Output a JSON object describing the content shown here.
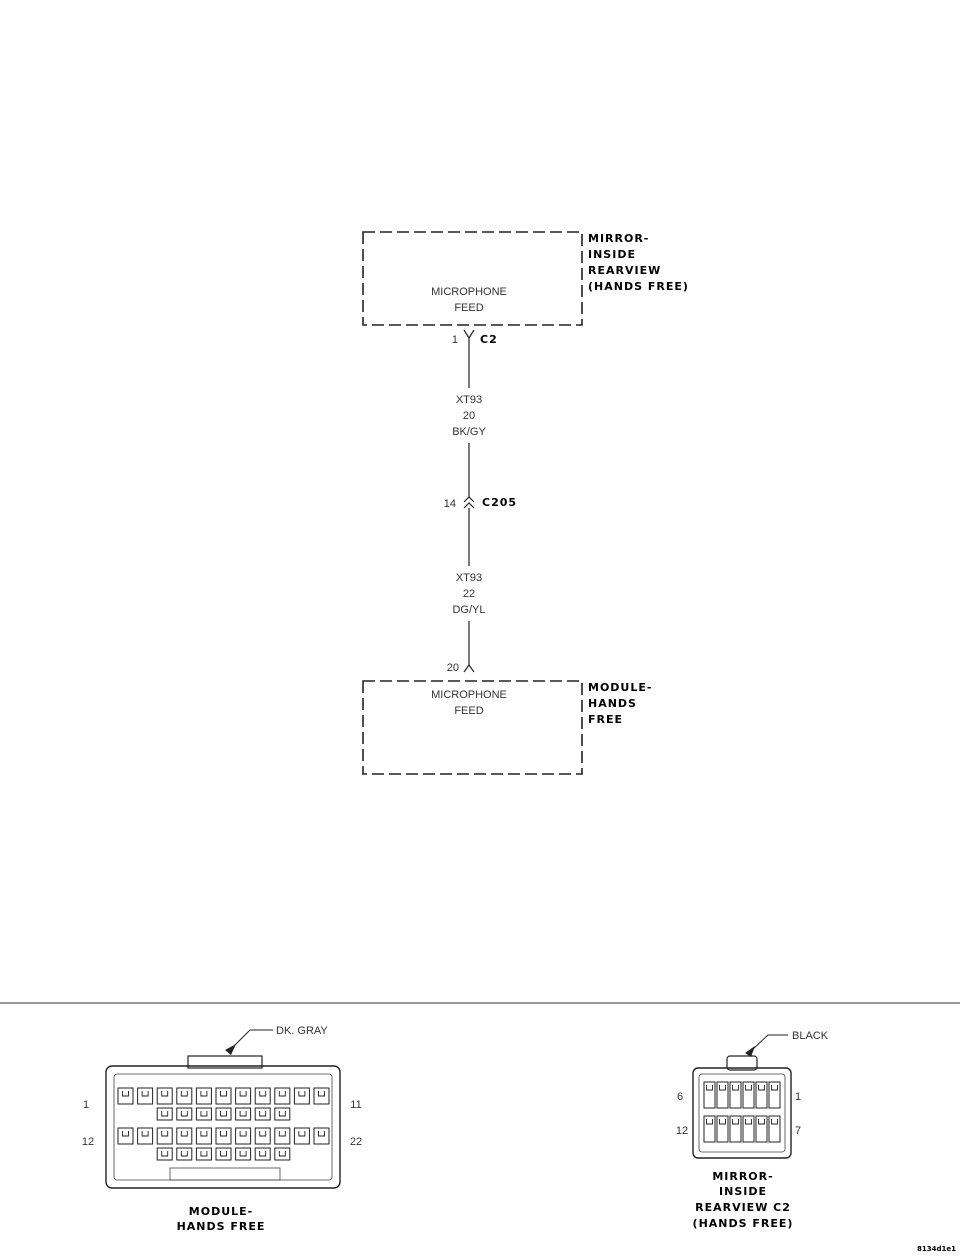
{
  "mirror": {
    "name_lines": [
      "MIRROR-",
      "INSIDE",
      "REARVIEW",
      "(HANDS FREE)"
    ],
    "function_lines": [
      "MICROPHONE",
      "FEED"
    ],
    "pin": "1",
    "connector": "C2"
  },
  "wire_upper": {
    "circuit": "XT93",
    "gauge": "20",
    "color": "BK/GY"
  },
  "inline_connector": {
    "pin": "14",
    "name": "C205"
  },
  "wire_lower": {
    "circuit": "XT93",
    "gauge": "22",
    "color": "DG/YL"
  },
  "module": {
    "pin": "20",
    "function_lines": [
      "MICROPHONE",
      "FEED"
    ],
    "name_lines": [
      "MODULE-",
      "HANDS",
      "FREE"
    ]
  },
  "module_connector": {
    "color": "DK. GRAY",
    "pin_top_left": "1",
    "pin_top_right": "11",
    "pin_bottom_left": "12",
    "pin_bottom_right": "22",
    "caption_lines": [
      "MODULE-",
      "HANDS FREE"
    ]
  },
  "mirror_connector": {
    "color": "BLACK",
    "pin_top_left": "6",
    "pin_top_right": "1",
    "pin_bottom_left": "12",
    "pin_bottom_right": "7",
    "caption_lines": [
      "MIRROR-",
      "INSIDE",
      "REARVIEW C2",
      "(HANDS FREE)"
    ]
  },
  "figure_id": "8134d1e1"
}
